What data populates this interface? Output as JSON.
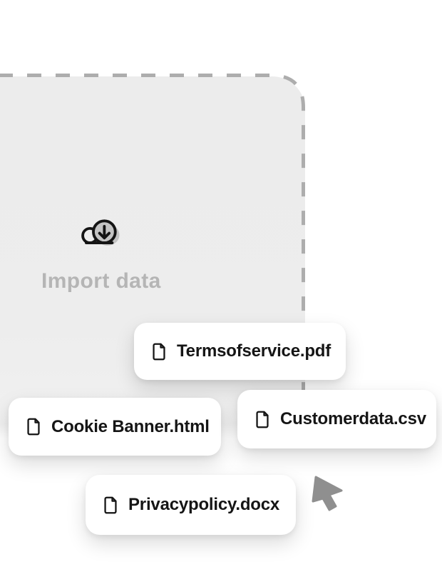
{
  "drop_zone": {
    "label": "Import data",
    "icon": "cloud-download-icon",
    "fill_color": "#ededed",
    "dash_color": "#adadad",
    "label_color": "#b5b5b5"
  },
  "files": [
    {
      "label": "Termsofservice.pdf"
    },
    {
      "label": "Cookie Banner.html"
    },
    {
      "label": "Customerdata.csv"
    },
    {
      "label": "Privacypolicy.docx"
    }
  ],
  "file_icon": "file-document-icon",
  "cursor": {
    "icon": "mouse-pointer-icon",
    "color": "#8f8f8f"
  },
  "colors": {
    "chip_background": "#ffffff",
    "chip_text": "#151515",
    "icon_stroke": "#141414",
    "cloud_duotone_fill": "#c3c3c3"
  }
}
